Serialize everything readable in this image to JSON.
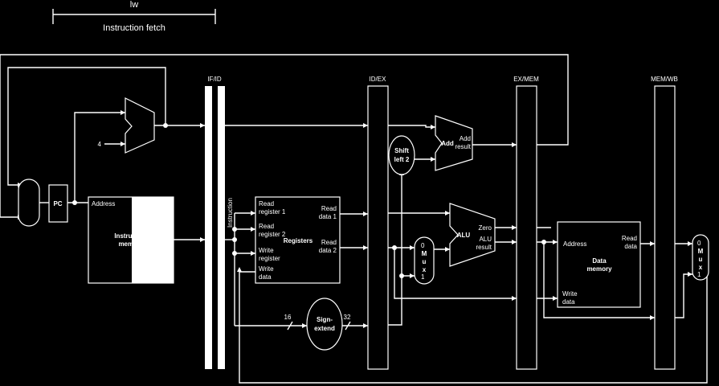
{
  "header": {
    "instruction": "lw",
    "stage": "Instruction fetch"
  },
  "pipeline_registers": {
    "if_id": "IF/ID",
    "id_ex": "ID/EX",
    "ex_mem": "EX/MEM",
    "mem_wb": "MEM/WB"
  },
  "units": {
    "pc": "PC",
    "const_four": "4",
    "imem_address": "Address",
    "imem_name_1": "Instruction",
    "imem_name_2": "memory",
    "instruction_label": "Instruction",
    "registers": {
      "read_register_1_a": "Read",
      "read_register_1_b": "register 1",
      "read_register_2_a": "Read",
      "read_register_2_b": "register 2",
      "write_register_a": "Write",
      "write_register_b": "register",
      "write_data_a": "Write",
      "write_data_b": "data",
      "read_data_1_a": "Read",
      "read_data_1_b": "data 1",
      "read_data_2_a": "Read",
      "read_data_2_b": "data 2",
      "name": "Registers"
    },
    "sign_extend": {
      "line1": "Sign-",
      "line2": "extend",
      "in_width": "16",
      "out_width": "32"
    },
    "shift_left": {
      "line1": "Shift",
      "line2": "left 2"
    },
    "adder": {
      "name": "Add",
      "result_a": "Add",
      "result_b": "result"
    },
    "alu": {
      "name": "ALU",
      "zero": "Zero",
      "result_a": "ALU",
      "result_b": "result"
    },
    "mux_ex": {
      "zero": "0",
      "m": "M",
      "u": "u",
      "x": "x",
      "one": "1"
    },
    "mux_wb": {
      "zero": "0",
      "m": "M",
      "u": "u",
      "x": "x",
      "one": "1"
    },
    "data_memory": {
      "address": "Address",
      "read_a": "Read",
      "read_b": "data",
      "write_a": "Write",
      "write_b": "data",
      "name_1": "Data",
      "name_2": "memory"
    }
  }
}
